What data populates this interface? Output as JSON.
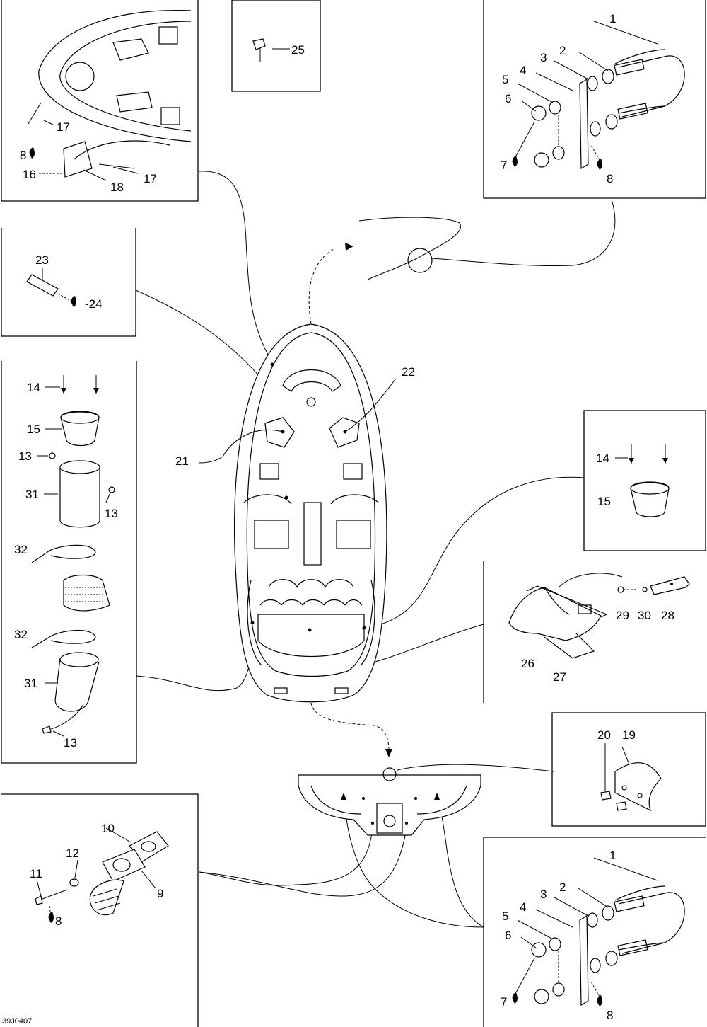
{
  "diagram": {
    "figure_code": "39J0407",
    "callouts": {
      "top_left": [
        "17",
        "8",
        "16",
        "17",
        "18"
      ],
      "top_mid": [
        "25"
      ],
      "top_right": [
        "1",
        "2",
        "3",
        "4",
        "5",
        "6",
        "7",
        "8"
      ],
      "mid_left_small": [
        "23",
        "-24"
      ],
      "left_column": [
        "14",
        "15",
        "13",
        "31",
        "13",
        "32",
        "32",
        "31",
        "13"
      ],
      "hull": [
        "21",
        "22"
      ],
      "right_small": [
        "14",
        "15"
      ],
      "right_mid": [
        "29",
        "30",
        "28",
        "26",
        "27"
      ],
      "right_lower": [
        "20",
        "19"
      ],
      "bottom_left": [
        "10",
        "12",
        "11",
        "9",
        "8"
      ],
      "bottom_right": [
        "1",
        "2",
        "3",
        "4",
        "5",
        "6",
        "7",
        "8"
      ]
    }
  }
}
